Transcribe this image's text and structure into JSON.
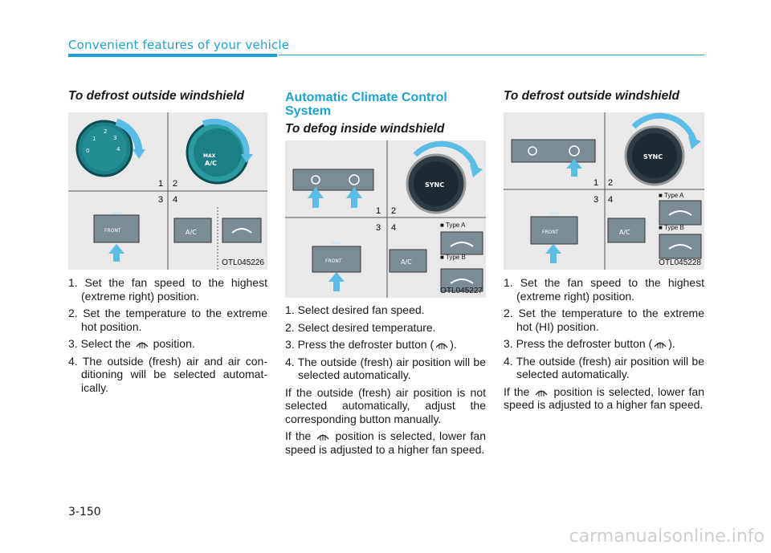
{
  "header": {
    "section": "Convenient features of your vehicle"
  },
  "col1": {
    "title": "To defrost outside windshield",
    "figure_code": "OTL045226",
    "steps": [
      "1. Set the fan speed to the highest (extreme right) position.",
      "2. Set the temperature to the extreme hot position."
    ],
    "step3_prefix": "3. Select the",
    "step3_suffix": "position.",
    "step4": "4. The outside (fresh) air and air con- ditioning will be selected automat- ically.",
    "panel_labels": {
      "knob_numbers": [
        "0",
        "1",
        "2",
        "3",
        "4"
      ],
      "max_label": "MAX",
      "ac_label": "A/C",
      "front_label": "FRONT",
      "btn_ac": "A/C"
    }
  },
  "col2": {
    "title": "Automatic Climate Control System",
    "subtitle": "To defog inside windshield",
    "figure_code": "OTL045227",
    "type_a": "■ Type A",
    "type_b": "■ Type B",
    "sync_label": "SYNC",
    "front_label": "FRONT",
    "btn_ac": "A/C",
    "steps": [
      "1. Select desired fan speed.",
      "2. Select desired temperature."
    ],
    "step3_prefix": "3. Press the defroster button (",
    "step3_suffix": ").",
    "step4": "4. The outside (fresh) air position will be selected automatically.",
    "para1": "If the outside (fresh) air position is not selected automatically, adjust the corresponding button manually.",
    "para2_prefix": "If the",
    "para2_suffix": "position is selected, lower fan speed is adjusted to a higher fan speed."
  },
  "col3": {
    "title": "To defrost outside windshield",
    "figure_code": "OTL045228",
    "type_a": "■ Type A",
    "type_b": "■ Type B",
    "sync_label": "SYNC",
    "front_label": "FRONT",
    "btn_ac": "A/C",
    "steps": [
      "1. Set the fan speed to the highest (extreme right) position.",
      "2. Set the temperature to the extreme hot (HI) position."
    ],
    "step3_prefix": "3. Press the defroster button (",
    "step3_suffix": ").",
    "step4": "4. The outside (fresh) air position will be selected automatically.",
    "para_prefix": "If the",
    "para_suffix": "position is selected, lower fan speed is adjusted to a higher fan speed."
  },
  "figure_quadrant_numbers": [
    "1",
    "2",
    "3",
    "4"
  ],
  "page_number": "3-150",
  "watermark": "carmanualsonline.info",
  "colors": {
    "accent": "#1aa3d9",
    "arrow": "#5bbde6",
    "knob": "#1d7f86"
  }
}
